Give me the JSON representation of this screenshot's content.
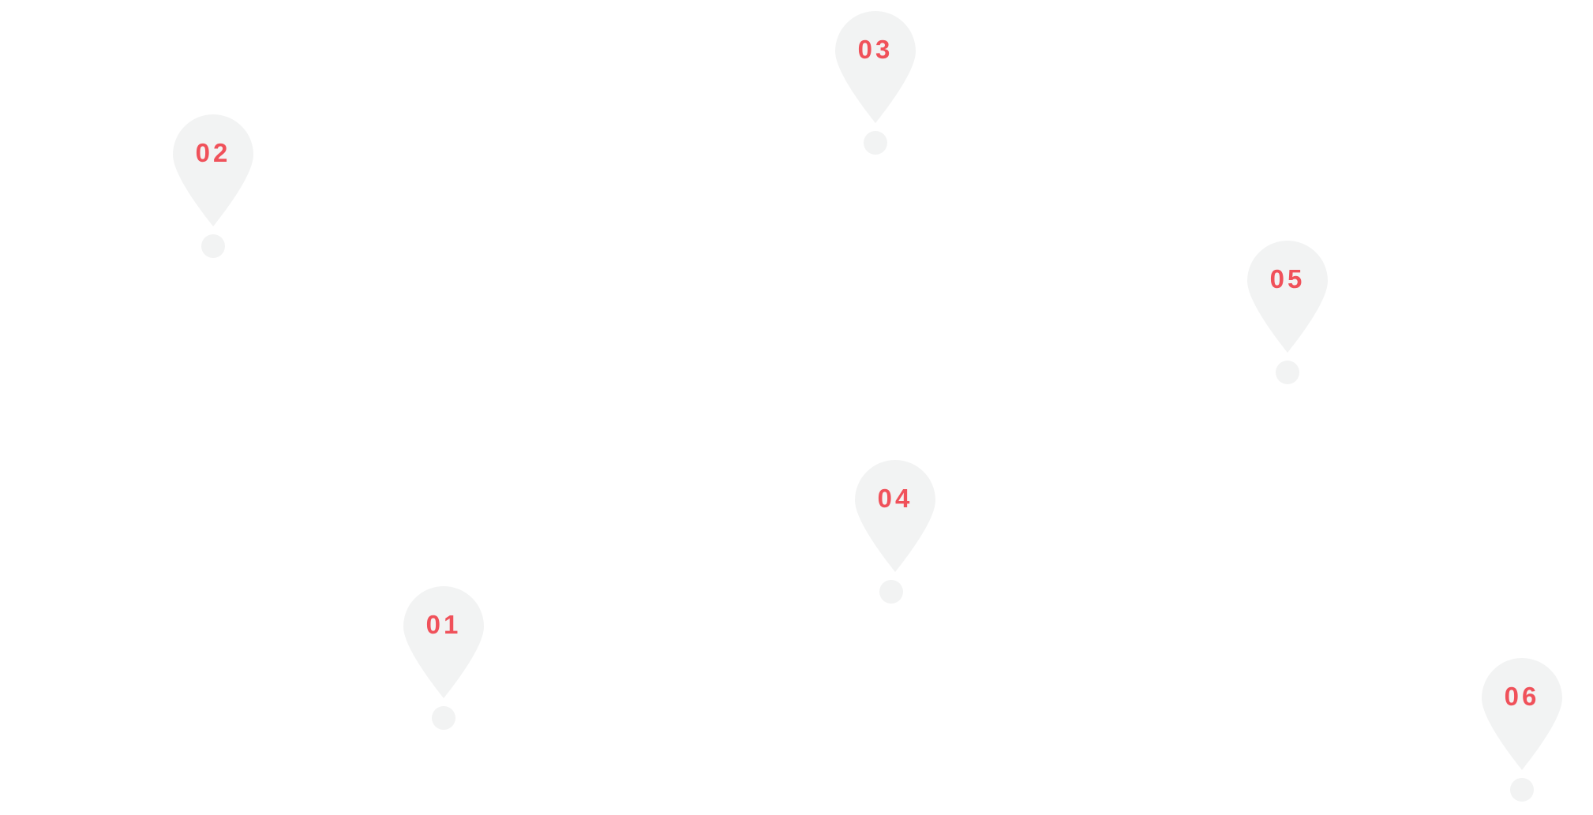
{
  "pins": [
    {
      "label": "01"
    },
    {
      "label": "02"
    },
    {
      "label": "03"
    },
    {
      "label": "04"
    },
    {
      "label": "05"
    },
    {
      "label": "06"
    }
  ],
  "colors": {
    "pin": "#f2f3f3",
    "number": "#f0515a"
  }
}
